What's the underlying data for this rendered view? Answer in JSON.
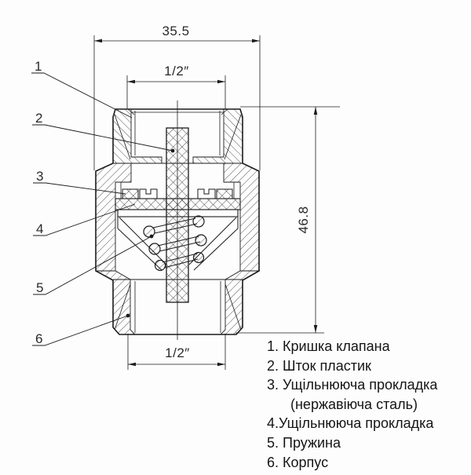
{
  "drawing": {
    "dims": {
      "width": "35.5",
      "thread_top": "1/2″",
      "height": "46.8",
      "thread_bottom": "1/2″"
    },
    "callouts": [
      "1",
      "2",
      "3",
      "4",
      "5",
      "6"
    ]
  },
  "legend": {
    "lines": [
      "1. Кришка клапана",
      "2. Шток пластик",
      "3. Ущільнююча прокладка",
      "(нержавіюча сталь)",
      "4.Ущільнююча прокладка",
      "5. Пружина",
      "6. Корпус"
    ]
  },
  "colors": {
    "line": "#1c1c1c",
    "background": "#ffffff"
  }
}
